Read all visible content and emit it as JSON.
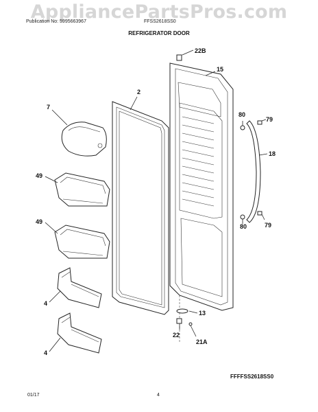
{
  "header": {
    "watermark": "AppliancePartsPros.com",
    "publication": "Publication No: 5995663967",
    "model": "FFSS2618SS0",
    "title": "REFRIGERATOR DOOR"
  },
  "callouts": {
    "c22b": "22B",
    "c15": "15",
    "c2": "2",
    "c7": "7",
    "c80a": "80",
    "c79a": "79",
    "c18": "18",
    "c49a": "49",
    "c49b": "49",
    "c80b": "80",
    "c79b": "79",
    "c4a": "4",
    "c13": "13",
    "c22": "22",
    "c21a": "21A",
    "c4b": "4"
  },
  "footer": {
    "diagram_code": "FFFFSS2618SS0",
    "date": "01/17",
    "page": "4"
  }
}
